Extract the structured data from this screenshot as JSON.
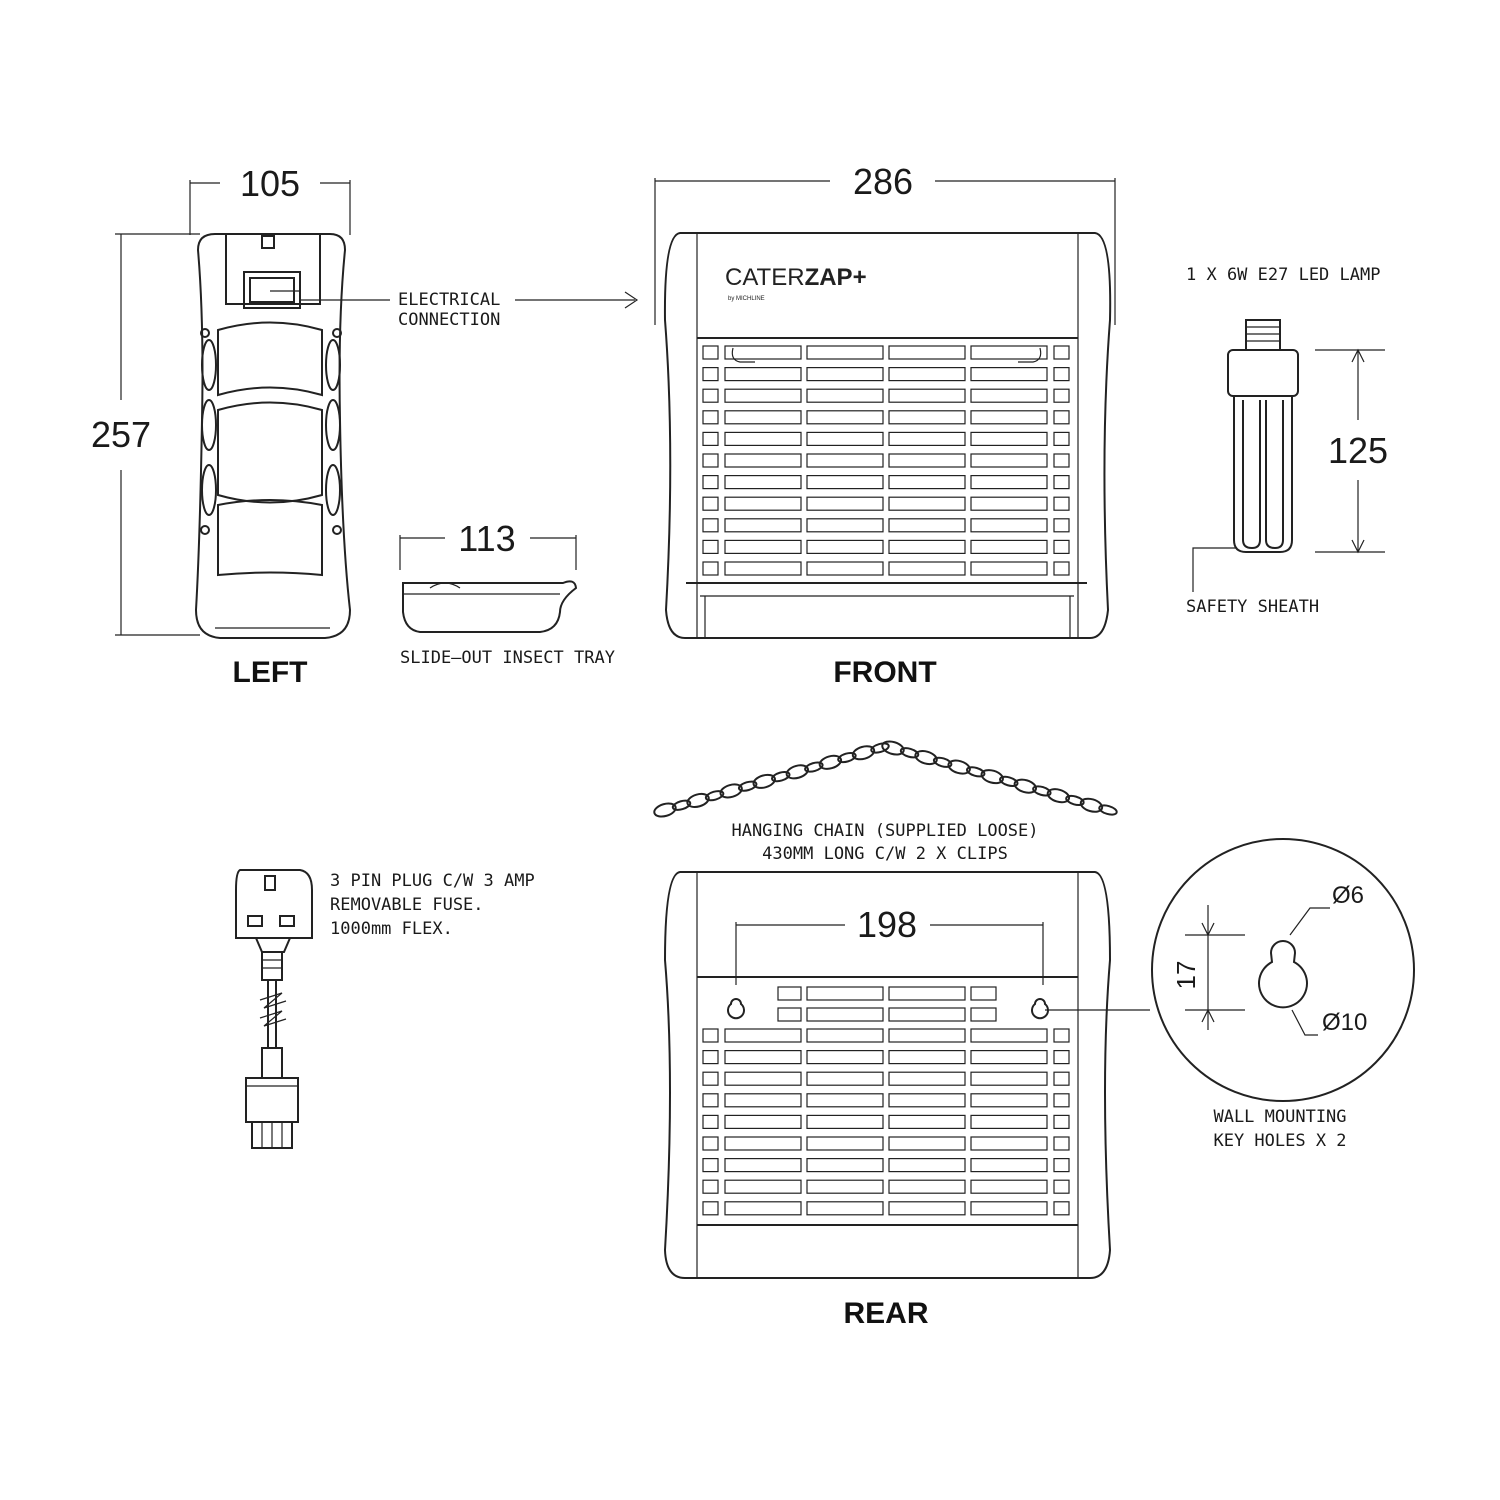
{
  "dimensions": {
    "left_width": "105",
    "left_height": "257",
    "tray_width": "113",
    "front_width": "286",
    "lamp_height": "125",
    "rear_hole_spacing": "198",
    "keyhole_length": "17",
    "keyhole_small_dia": "Ø6",
    "keyhole_large_dia": "Ø10"
  },
  "labels": {
    "electrical_connection_1": "ELECTRICAL",
    "electrical_connection_2": "CONNECTION",
    "tray": "SLIDE–OUT INSECT TRAY",
    "lamp": "1 X 6W E27 LED LAMP",
    "safety_sheath": "SAFETY SHEATH",
    "chain_1": "HANGING CHAIN (SUPPLIED LOOSE)",
    "chain_2": "430MM LONG C/W 2 X CLIPS",
    "plug_1": "3 PIN PLUG C/W 3 AMP",
    "plug_2": "REMOVABLE FUSE.",
    "plug_3": "1000mm FLEX.",
    "wall_1": "WALL MOUNTING",
    "wall_2": "KEY HOLES X 2"
  },
  "views": {
    "left": "LEFT",
    "front": "FRONT",
    "rear": "REAR"
  },
  "brand": {
    "name_light": "CATER",
    "name_bold": "ZAP+",
    "sub": "by MICHLINE"
  }
}
